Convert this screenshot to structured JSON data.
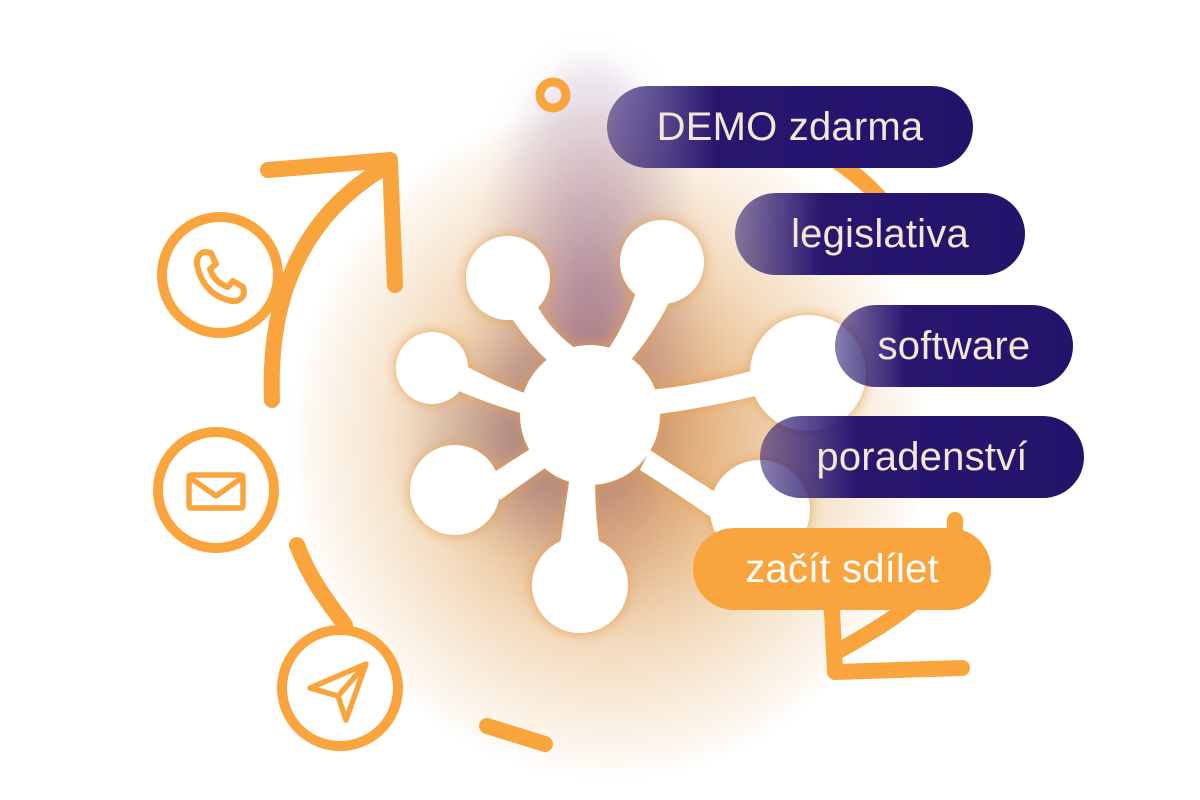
{
  "menu": {
    "items": [
      {
        "label": "DEMO zdarma"
      },
      {
        "label": "legislativa"
      },
      {
        "label": "software"
      },
      {
        "label": "poradenství"
      },
      {
        "label": "začít sdílet"
      }
    ]
  },
  "contact_icons": [
    "phone-icon",
    "mail-icon",
    "send-icon"
  ],
  "colors": {
    "accent": "#f9a43d",
    "navy": "#28166f",
    "pill_text": "#f5e7d6"
  }
}
